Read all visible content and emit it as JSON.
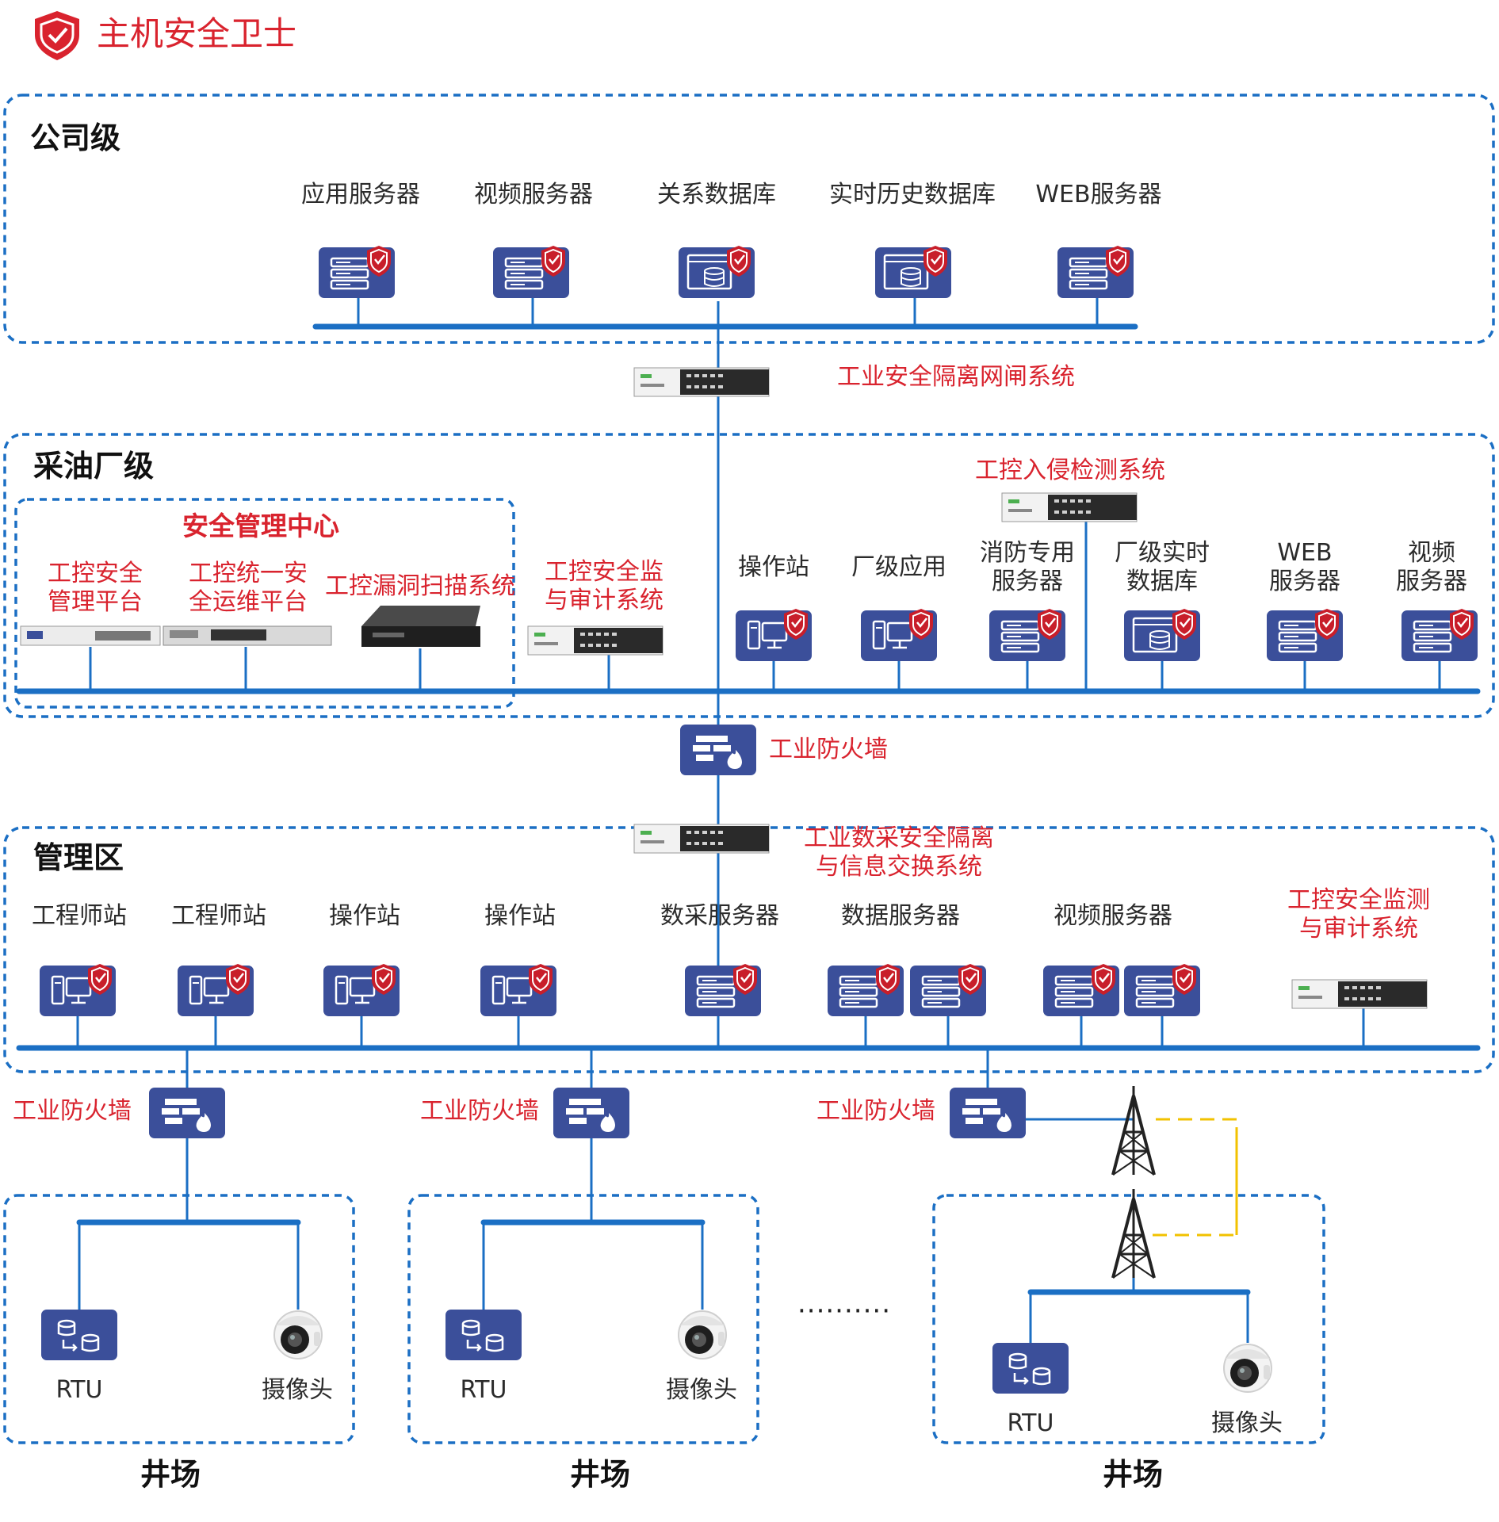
{
  "header": {
    "title": "主机安全卫士"
  },
  "colors": {
    "accent_red": "#d9232e",
    "bus_blue": "#1b6fc4",
    "zone_border": "#1b6fc4",
    "device_fill": "#3b4f9a",
    "wireless_link": "#f2c200"
  },
  "company": {
    "label": "公司级",
    "devices": [
      "应用服务器",
      "视频服务器",
      "关系数据库",
      "实时历史数据库",
      "WEB服务器"
    ]
  },
  "gateway": {
    "label": "工业安全隔离网闸系统"
  },
  "plant": {
    "label": "采油厂级",
    "ids_label": "工控入侵检测系统",
    "smc": {
      "label": "安全管理中心",
      "items": [
        "工控安全\n管理平台",
        "工控统一安\n全运维平台",
        "工控漏洞扫描系统"
      ]
    },
    "audit_label": "工控安全监\n与审计系统",
    "devices": [
      "操作站",
      "厂级应用",
      "消防专用\n服务器",
      "厂级实时\n数据库",
      "WEB\n服务器",
      "视频\n服务器"
    ]
  },
  "plant_firewall": {
    "label": "工业防火墙"
  },
  "exchange": {
    "label": "工业数采安全隔离\n与信息交换系统"
  },
  "mgmt": {
    "label": "管理区",
    "devices": [
      "工程师站",
      "工程师站",
      "操作站",
      "操作站",
      "数采服务器",
      "数据服务器",
      "视频服务器"
    ],
    "audit_label": "工控安全监测\n与审计系统"
  },
  "field_firewalls": [
    "工业防火墙",
    "工业防火墙",
    "工业防火墙"
  ],
  "wells": [
    {
      "rtu": "RTU",
      "camera": "摄像头",
      "label": "井场"
    },
    {
      "rtu": "RTU",
      "camera": "摄像头",
      "label": "井场"
    },
    {
      "rtu": "RTU",
      "camera": "摄像头",
      "label": "井场"
    }
  ],
  "ellipsis": "··········",
  "icons": [
    "shield-icon",
    "server-icon",
    "database-server-icon",
    "workstation-icon",
    "firewall-icon",
    "rack-appliance-icon",
    "rtu-icon",
    "camera-icon",
    "antenna-tower-icon"
  ]
}
